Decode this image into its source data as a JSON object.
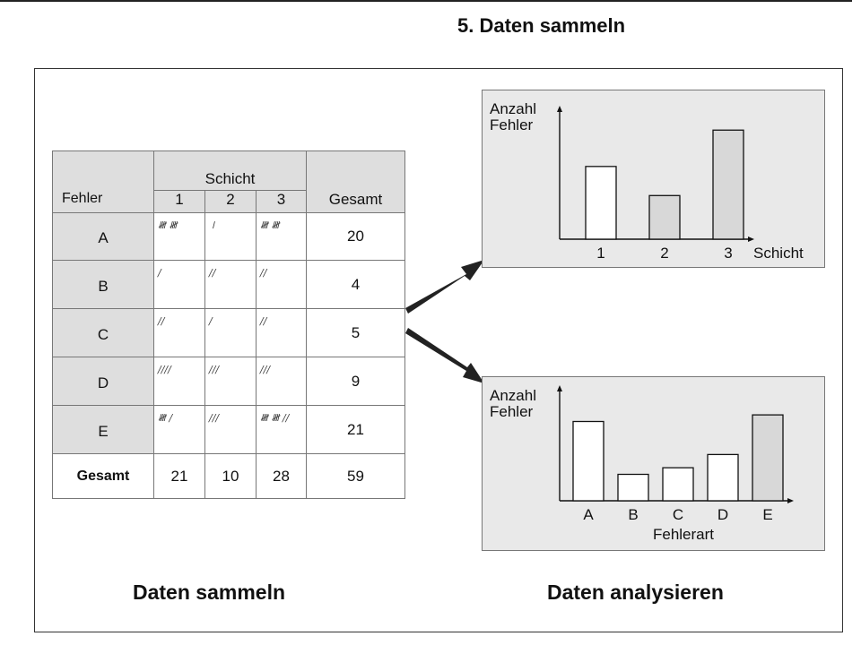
{
  "heading": "5. Daten sammeln",
  "table": {
    "col_group": "Schicht",
    "row_header": "Fehler",
    "shifts": [
      "1",
      "2",
      "3"
    ],
    "total_header": "Gesamt",
    "rows": [
      {
        "label": "A",
        "marks": [
          "𝍸 𝍸",
          "𝍷",
          "𝍸 𝍸"
        ],
        "total": "20"
      },
      {
        "label": "B",
        "marks": [
          "/",
          "//",
          "//"
        ],
        "total": "4"
      },
      {
        "label": "C",
        "marks": [
          "//",
          "/",
          "//"
        ],
        "total": "5"
      },
      {
        "label": "D",
        "marks": [
          "////",
          "///",
          "///"
        ],
        "total": "9"
      },
      {
        "label": "E",
        "marks": [
          "𝍸 /",
          "///",
          "𝍸 𝍸 //"
        ],
        "total": "21"
      }
    ],
    "total_row": {
      "label": "Gesamt",
      "values": [
        "21",
        "10",
        "28"
      ],
      "total": "59"
    }
  },
  "chart_data": [
    {
      "type": "bar",
      "ylabel_lines": [
        "Anzahl",
        "Fehler"
      ],
      "xlabel": "Schicht",
      "categories": [
        "1",
        "2",
        "3"
      ],
      "values": [
        10,
        6,
        15
      ],
      "fills": [
        "#ffffff",
        "#d8d8d8",
        "#d8d8d8"
      ],
      "ylim": [
        0,
        17
      ]
    },
    {
      "type": "bar",
      "ylabel_lines": [
        "Anzahl",
        "Fehler"
      ],
      "xlabel": "Fehlerart",
      "categories": [
        "A",
        "B",
        "C",
        "D",
        "E"
      ],
      "values": [
        12,
        4,
        5,
        7,
        13
      ],
      "fills": [
        "#ffffff",
        "#ffffff",
        "#ffffff",
        "#ffffff",
        "#d8d8d8"
      ],
      "ylim": [
        0,
        16
      ]
    }
  ],
  "captions": {
    "left": "Daten sammeln",
    "right": "Daten analysieren"
  }
}
